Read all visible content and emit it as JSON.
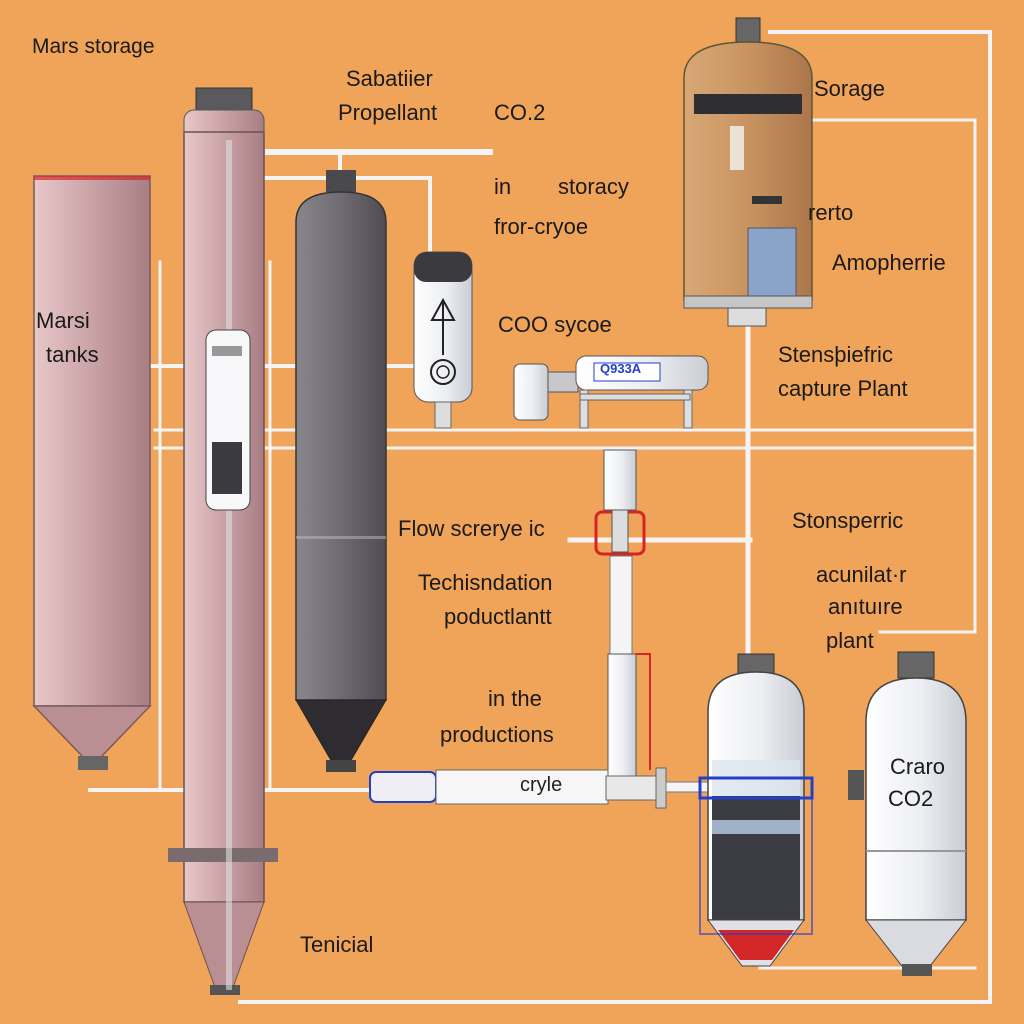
{
  "colors": {
    "background": "#f0a45a",
    "pipe": "#f4f4f4",
    "tank_gray": "#6e6b72",
    "tank_pink": "#c9a2a6",
    "accent_red": "#d32626",
    "accent_blue": "#2340c8"
  },
  "labels": {
    "mars_storage": "Mars storage",
    "sabatier": "Sabatiier",
    "propellant": "Propellant",
    "co2_top": "CO.2",
    "in": "in",
    "storacy": "storacy",
    "for_cryoe": "fror-cryoe",
    "coo_sycoe": "COO sycoe",
    "sorage": "Sorage",
    "rerto": "rerto",
    "amopherrie": "Amopherrie",
    "stensphefric": "Stensþiefric",
    "capture_plant": "capture Plant",
    "mars_tanks_1": "Marsi",
    "mars_tanks_2": "tanks",
    "flow": "Flow screrye ic",
    "techisndation": "Techisndation",
    "poductlantt": "poductlantt",
    "in_the": "in  the",
    "productions": "productions",
    "stonsperric": "Stonsperric",
    "acculat": "acunilat·r",
    "aniture": "anıtuıre",
    "plant": "plant",
    "craro": "Craro",
    "co2_tank": "CO2",
    "tenicial": "Tenicial",
    "cryle": "cryle",
    "compressor_badge": "Q933A"
  }
}
